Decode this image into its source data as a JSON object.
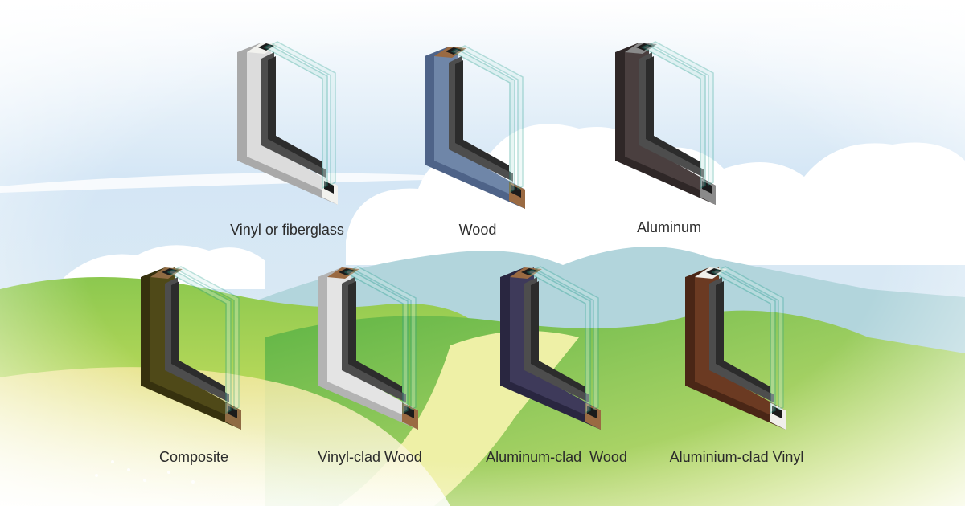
{
  "windows": [
    {
      "label": "Vinyl or fiberglass",
      "frame": "#dcdcdc",
      "edge": "#a9a9a9",
      "end": "#f2f2ee"
    },
    {
      "label": "Wood",
      "frame": "#6f86a8",
      "edge": "#4e6388",
      "end": "#9a6a42"
    },
    {
      "label": "Aluminum",
      "frame": "#4a3f3f",
      "edge": "#2f2727",
      "end": "#8a8a8a"
    },
    {
      "label": "Composite",
      "frame": "#4f4918",
      "edge": "#36310e",
      "end": "#8f6b43"
    },
    {
      "label": "Vinyl-clad Wood",
      "frame": "#e4e4e4",
      "edge": "#b3b3b3",
      "end": "#9a6a42"
    },
    {
      "label": "Aluminum-clad  Wood",
      "frame": "#3e3a5a",
      "edge": "#292640",
      "end": "#9a6a42"
    },
    {
      "label": "Aluminium-clad Vinyl",
      "frame": "#6b3a22",
      "edge": "#4a2616",
      "end": "#f0efea"
    }
  ],
  "colors": {
    "sky": "#cfe3f3",
    "cloud": "#ffffff",
    "hill": "#7cc04a",
    "hill_light": "#c8df6a",
    "mountain": "#a9cfd8",
    "glass": "#1f9e8a",
    "seal": "#1b1b1b"
  }
}
